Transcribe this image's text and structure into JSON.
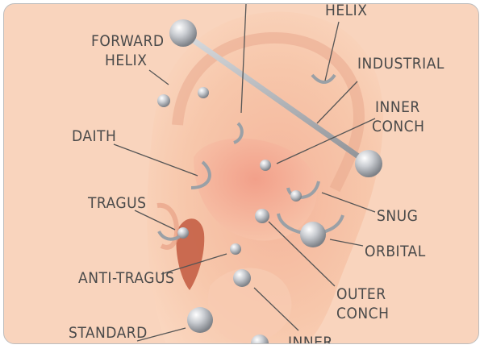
{
  "labels": {
    "helix": "Helix",
    "forward_helix_1": "Forward",
    "forward_helix_2": "Helix",
    "industrial": "Industrial",
    "inner_conch_1": "Inner",
    "inner_conch_2": "Conch",
    "daith": "Daith",
    "tragus": "Tragus",
    "snug": "Snug",
    "orbital": "Orbital",
    "anti_tragus": "Anti-Tragus",
    "outer_conch_1": "Outer",
    "outer_conch_2": "Conch",
    "standard": "Standard",
    "inner": "Inner"
  },
  "colors": {
    "background": "#f9d4bd",
    "skin": "#f6c4a6",
    "skin_shadow": "#e89e83",
    "metal": "#b8bcc2",
    "label": "#4a4a4a"
  }
}
